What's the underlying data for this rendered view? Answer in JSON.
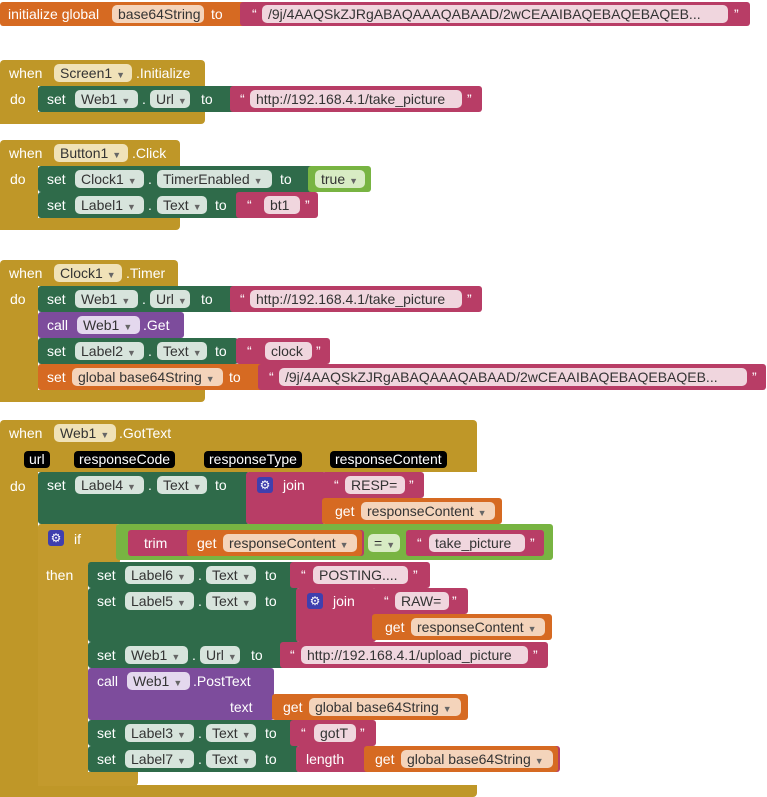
{
  "init": {
    "kw": "initialize global",
    "var": "base64String",
    "to": "to",
    "value": "/9j/4AAQSkZJRgABAQAAAQABAAD/2wCEAAIBAQEBAQEBAQEB..."
  },
  "kw": {
    "when": "when",
    "do": "do",
    "set": "set",
    "to": "to",
    "call": "call",
    "get": "get",
    "if": "if",
    "then": "then",
    "join": "join",
    "trim": "trim",
    "length": "length",
    "text": "text",
    "dot": ".",
    "eq": "="
  },
  "ev1": {
    "comp": "Screen1",
    "event": ".Initialize",
    "set_comp": "Web1",
    "set_prop": "Url",
    "url": "http://192.168.4.1/take_picture"
  },
  "ev2": {
    "comp": "Button1",
    "event": ".Click",
    "s1_comp": "Clock1",
    "s1_prop": "TimerEnabled",
    "s1_val": "true",
    "s2_comp": "Label1",
    "s2_prop": "Text",
    "s2_val": "bt1"
  },
  "ev3": {
    "comp": "Clock1",
    "event": ".Timer",
    "s1_comp": "Web1",
    "s1_prop": "Url",
    "s1_val": "http://192.168.4.1/take_picture",
    "call_comp": "Web1",
    "call_method": ".Get",
    "s2_comp": "Label2",
    "s2_prop": "Text",
    "s2_val": "clock",
    "s3_var": "global base64String",
    "s3_val": "/9j/4AAQSkZJRgABAQAAAQABAAD/2wCEAAIBAQEBAQEBAQEB..."
  },
  "ev4": {
    "comp": "Web1",
    "event": ".GotText",
    "params": [
      "url",
      "responseCode",
      "responseType",
      "responseContent"
    ],
    "s1_comp": "Label4",
    "s1_prop": "Text",
    "s1_str": "RESP=",
    "s1_get": "responseContent",
    "if_get": "responseContent",
    "if_str": "take_picture",
    "t1_comp": "Label6",
    "t1_prop": "Text",
    "t1_val": "POSTING....",
    "t2_comp": "Label5",
    "t2_prop": "Text",
    "t2_str": "RAW=",
    "t2_get": "responseContent",
    "t3_comp": "Web1",
    "t3_prop": "Url",
    "t3_val": "http://192.168.4.1/upload_picture",
    "t4_comp": "Web1",
    "t4_method": ".PostText",
    "t4_get": "global base64String",
    "t5_comp": "Label3",
    "t5_prop": "Text",
    "t5_val": "gotT",
    "t6_comp": "Label7",
    "t6_prop": "Text",
    "t6_get": "global base64String"
  },
  "colors": {
    "event": "#bf9728",
    "setter": "#2f6b4a",
    "call": "#7d4c9c",
    "global": "#d66a22",
    "string": "#b83d66",
    "logic": "#78b442"
  }
}
